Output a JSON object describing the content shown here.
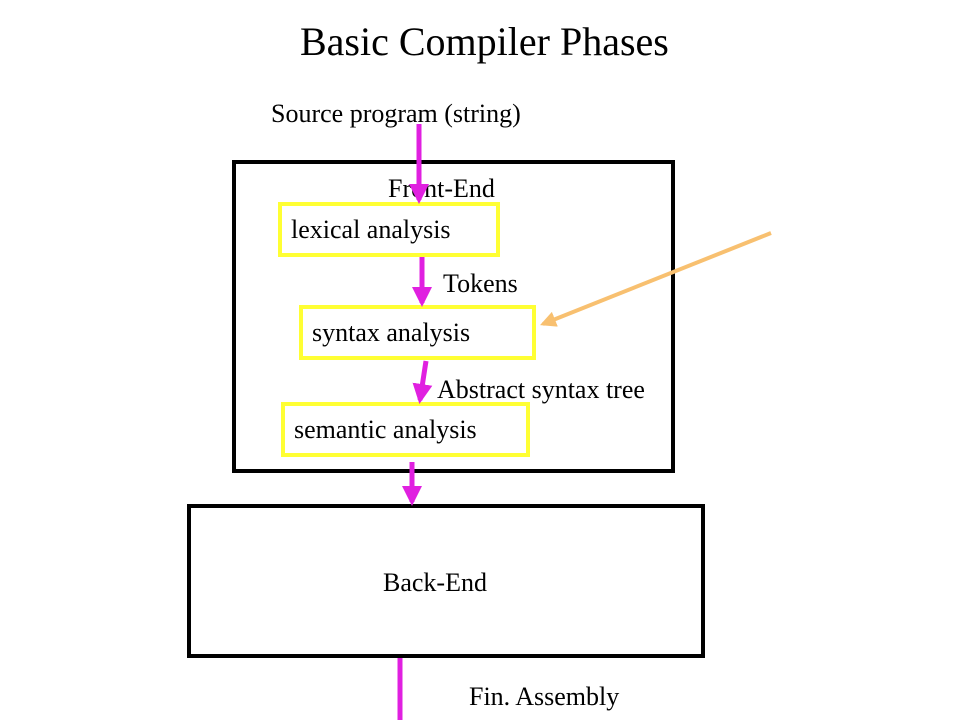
{
  "title": "Basic Compiler Phases",
  "labels": {
    "source": "Source program (string)",
    "front_end": "Front-End",
    "tokens": "Tokens",
    "ast": "Abstract syntax tree",
    "back_end": "Back-End",
    "output": "Fin. Assembly"
  },
  "phases": [
    "lexical analysis",
    "syntax analysis",
    "semantic analysis"
  ],
  "colors": {
    "flow_arrow": "#e020e0",
    "pointer_arrow": "#f8c070",
    "phase_border": "#ffff33",
    "frame_border": "#000000"
  }
}
